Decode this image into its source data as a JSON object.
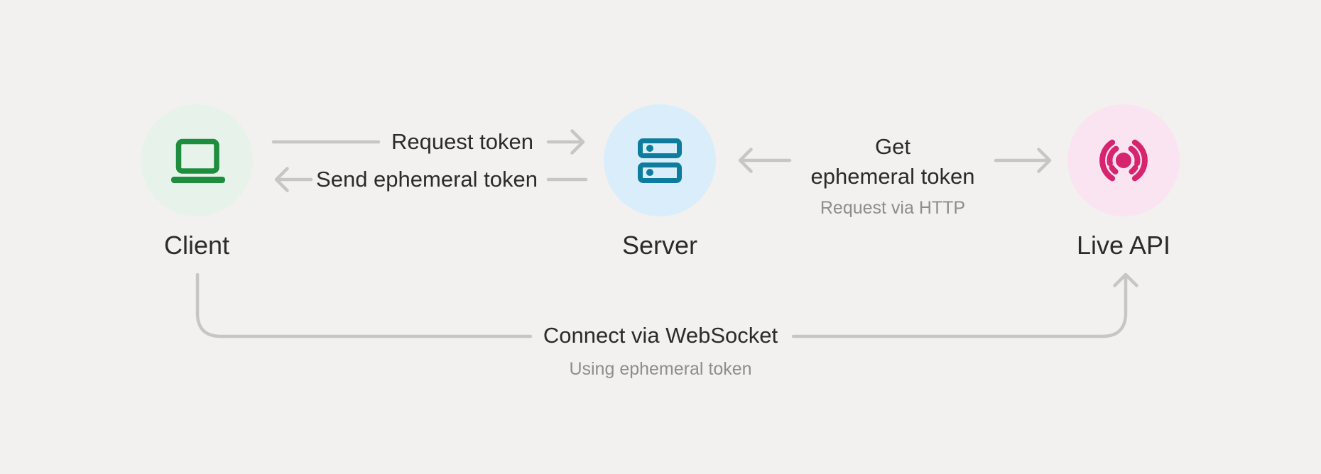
{
  "colors": {
    "background": "#F2F1EF",
    "connector": "#C6C6C4",
    "text_primary": "#2B2B2B",
    "text_secondary": "#8D8D8B",
    "client_accent": "#1E8E3E",
    "client_bg": "#E7F3EA",
    "server_accent": "#0D7C9D",
    "server_bg": "#D9EEFA",
    "live_api_accent": "#D6246E",
    "live_api_bg": "#FBE4F1"
  },
  "nodes": [
    {
      "label": "Client",
      "icon": "laptop-icon"
    },
    {
      "label": "Server",
      "icon": "server-rack-icon"
    },
    {
      "label": "Live API",
      "icon": "live-broadcast-icon"
    }
  ],
  "edges": {
    "request_token": {
      "label": "Request token",
      "direction": "client-to-server"
    },
    "send_ephemeral_token": {
      "label": "Send ephemeral token",
      "direction": "server-to-client"
    },
    "get_ephemeral_token": {
      "label_line1": "Get",
      "label_line2": "ephemeral token",
      "sublabel": "Request via HTTP",
      "direction": "server-to-live-api-and-back"
    },
    "connect_via_websocket": {
      "label": "Connect via WebSocket",
      "sublabel": "Using ephemeral token",
      "direction": "client-to-live-api"
    }
  }
}
